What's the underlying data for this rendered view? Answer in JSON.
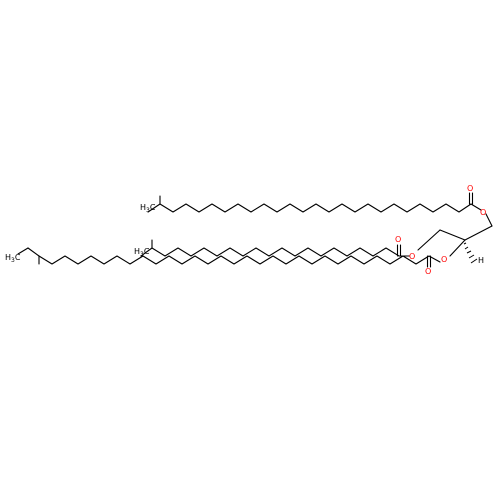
{
  "colors": {
    "carbon_bond": "#000000",
    "oxygen_atom": "#ff0000",
    "background": "#ffffff"
  },
  "labels": {
    "o": "O",
    "h": "H",
    "h3c": "H",
    "h3c_sub": "3",
    "h3c_c": "C"
  }
}
